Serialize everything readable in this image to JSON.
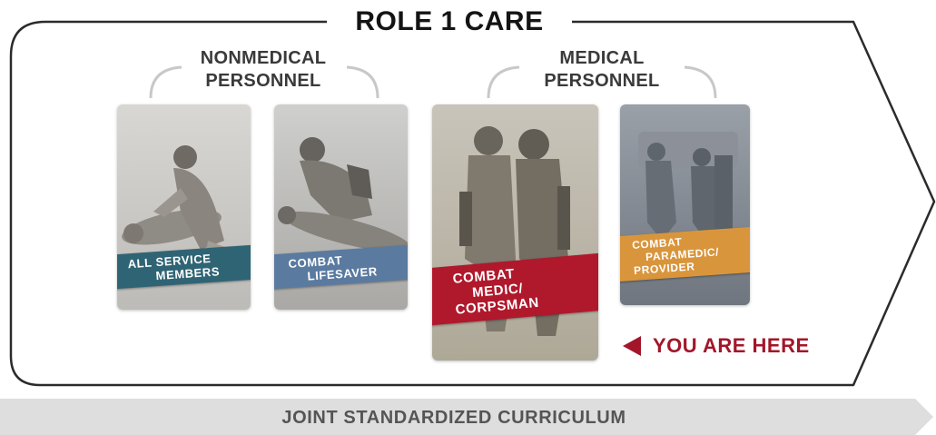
{
  "title": "ROLE 1 CARE",
  "groups": {
    "nonmedical": {
      "line1": "NONMEDICAL",
      "line2": "PERSONNEL"
    },
    "medical": {
      "line1": "MEDICAL",
      "line2": "PERSONNEL"
    }
  },
  "cards": [
    {
      "lines": [
        "ALL SERVICE",
        "MEMBERS"
      ],
      "band_color": "#2f6475"
    },
    {
      "lines": [
        "COMBAT",
        "LIFESAVER"
      ],
      "band_color": "#5a7aa0"
    },
    {
      "lines": [
        "COMBAT",
        "MEDIC/",
        "CORPSMAN"
      ],
      "band_color": "#b0182c"
    },
    {
      "lines": [
        "COMBAT",
        "PARAMEDIC/",
        "PROVIDER"
      ],
      "band_color": "#d9953c"
    }
  ],
  "you_are_here": "YOU ARE HERE",
  "footer": "JOINT STANDARDIZED CURRICULUM",
  "colors": {
    "outline": "#2b2b2b",
    "bracket": "#c8c8c8",
    "accent": "#a3162a",
    "curriculum_bar": "#dedede"
  }
}
